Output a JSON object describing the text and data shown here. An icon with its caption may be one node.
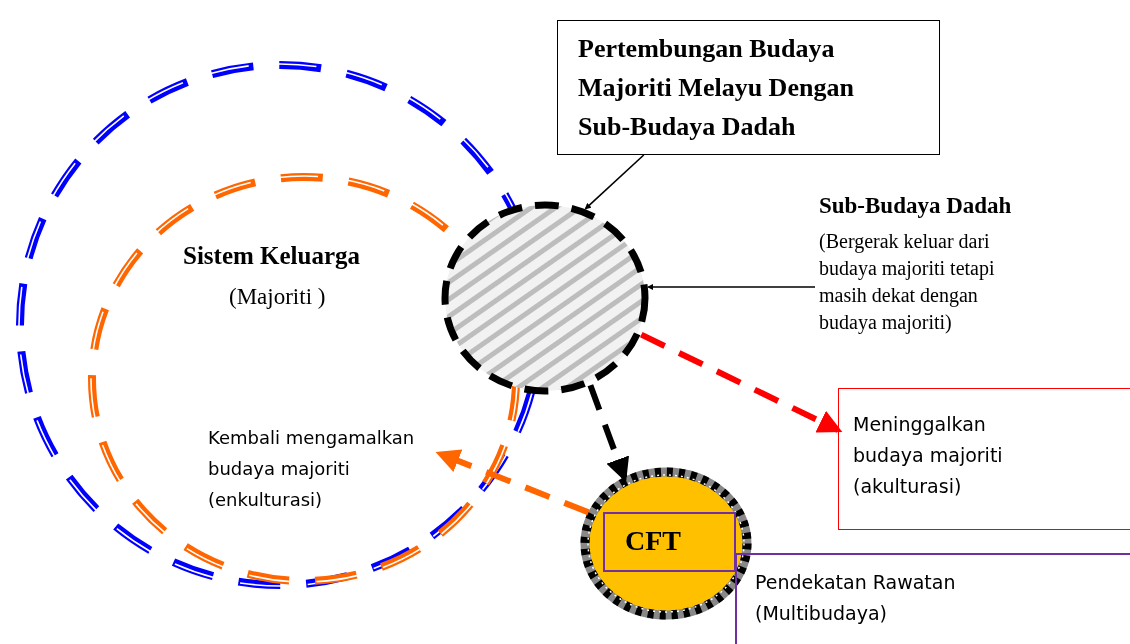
{
  "diagram": {
    "nodes": [
      {
        "text": [],
        "shape": "circle"
      },
      {
        "text": [
          "Sistem Keluarga",
          "(Majoriti )"
        ],
        "in": 0
      },
      {
        "text": [
          "Pertembungan Budaya Majoriti Melayu Dengan Sub-Budaya Dadah"
        ]
      },
      {
        "text": [],
        "shape": "circle"
      },
      {
        "text": [
          "Sub-Budaya Dadah",
          "(Bergerak keluar dari budaya majoriti tetapi masih dekat dengan budaya majoriti)"
        ]
      },
      {
        "text": [
          "Kembali mengamalkan budaya majoriti (enkulturasi)"
        ],
        "in": 1
      },
      {
        "text": [
          "Meninggalkan budaya majoriti (akulturasi)"
        ]
      },
      {
        "text": [],
        "shape": "circle"
      },
      {
        "text": [
          "CFT"
        ],
        "in": 7
      },
      {
        "text": [
          "Pendekatan Rawatan (Multibudaya)"
        ]
      }
    ],
    "edges": [
      {
        "from": 2,
        "to": 3,
        "arrow": "to"
      },
      {
        "from": 4,
        "to": 3,
        "arrow": "to"
      },
      {
        "from": 3,
        "to": 6,
        "arrow": "to",
        "style": "dashed",
        "color": "#ff0000"
      },
      {
        "from": 3,
        "to": 7,
        "arrow": "to",
        "style": "dashed"
      },
      {
        "from": 7,
        "to": 5,
        "arrow": "to",
        "style": "dashed",
        "color": "#ff6600"
      }
    ]
  }
}
